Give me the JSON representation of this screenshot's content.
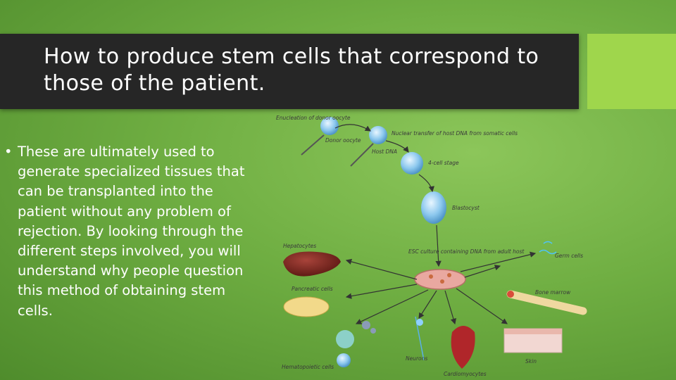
{
  "slide": {
    "title": "How to produce stem cells that correspond to those of the patient.",
    "bullet": "These are ultimately used to generate specialized tissues that can be transplanted into the patient without any problem of rejection. By looking through the different steps involved, you will understand why people question this method of obtaining stem cells.",
    "bullet_marker": "•"
  },
  "figure": {
    "labels": {
      "enucleation": "Enucleation of donor oocyte",
      "donor_oocyte": "Donor oocyte",
      "nuclear_transfer": "Nuclear transfer of host DNA from somatic cells",
      "host_dna": "Host DNA",
      "cell_stage": "4-cell stage",
      "blastocyst": "Blastocyst",
      "esc_culture": "ESC culture containing DNA from adult host",
      "hepatocytes": "Hepatocytes",
      "pancreatic": "Pancreatic cells",
      "germ": "Germ cells",
      "bone_marrow": "Bone marrow",
      "hematopoietic": "Hematopoietic cells",
      "neurons": "Neurons",
      "cardiomyocytes": "Cardiomyocytes",
      "skin": "Skin"
    }
  },
  "colors": {
    "title_bar": "#262626",
    "accent": "#9fd64c",
    "background": "#6fae42"
  }
}
